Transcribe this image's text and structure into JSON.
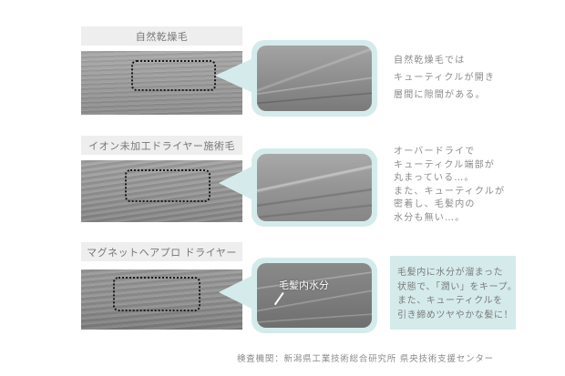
{
  "rows": [
    {
      "label": "自然乾燥毛",
      "description": "自然乾燥毛では\nキューティクルが開き\n層間に隙間がある。",
      "zoom_annotation": ""
    },
    {
      "label": "イオン未加工ドライヤー施術毛",
      "description": "オーバードライで\nキューティクル端部が\n丸まっている…。\nまた、キューティクルが\n密着し、毛髪内の\n水分も無い…。",
      "zoom_annotation": ""
    },
    {
      "label": "マグネットヘアプロ ドライヤー",
      "description": "毛髪内に水分が溜まった\n状態で、「潤い」をキープ。\nまた、キューティクルを\n引き締めツヤやかな髪に！",
      "zoom_annotation": "毛髪内水分"
    }
  ],
  "footer": "検査機関：新潟県工業技術総合研究所 県央技術支援センター",
  "colors": {
    "accent_teal": "#d5ebeb",
    "label_bg": "#eeeeee",
    "text_gray": "#8a8a8a"
  }
}
